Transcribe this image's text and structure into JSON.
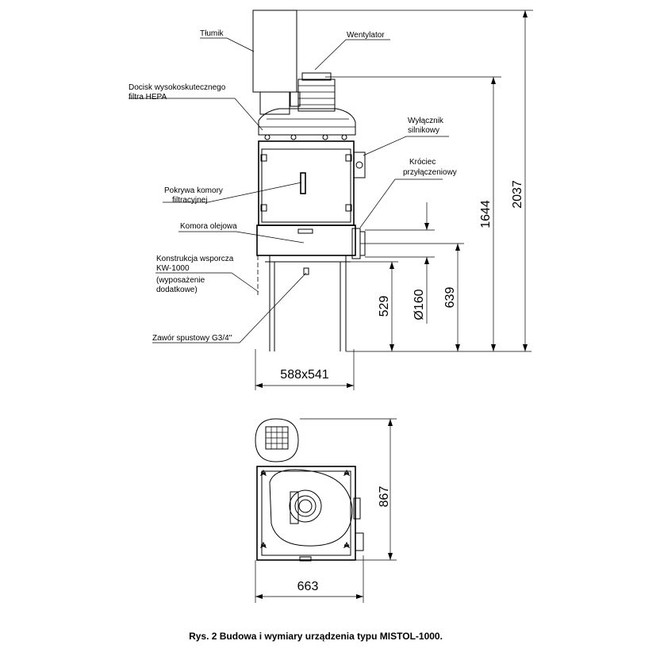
{
  "labels": {
    "tlumik": "Tłumik",
    "wentylator": "Wentylator",
    "docisk_line1": "Docisk wysokoskutecznego",
    "docisk_line2": "filtra HEPA",
    "wylacznik_line1": "Wyłącznik",
    "wylacznik_line2": "silnikowy",
    "krociec_line1": "Króciec",
    "krociec_line2": "przyłączeniowy",
    "pokrywa_line1": "Pokrywa komory",
    "pokrywa_line2": "filtracyjnej",
    "komora": "Komora olejowa",
    "konstrukcja_line1": "Konstrukcja wsporcza",
    "konstrukcja_line2": "KW-1000",
    "konstrukcja_line3": "(wyposażenie",
    "konstrukcja_line4": "dodatkowe)",
    "zawor": "Zawór spustowy G3/4\""
  },
  "dimensions": {
    "footprint": "588x541",
    "h529": "529",
    "d160": "Ø160",
    "h639": "639",
    "h1644": "1644",
    "h2037": "2037",
    "depth867": "867",
    "width663": "663"
  },
  "caption": "Rys. 2 Budowa i wymiary urządzenia typu MISTOL-1000."
}
